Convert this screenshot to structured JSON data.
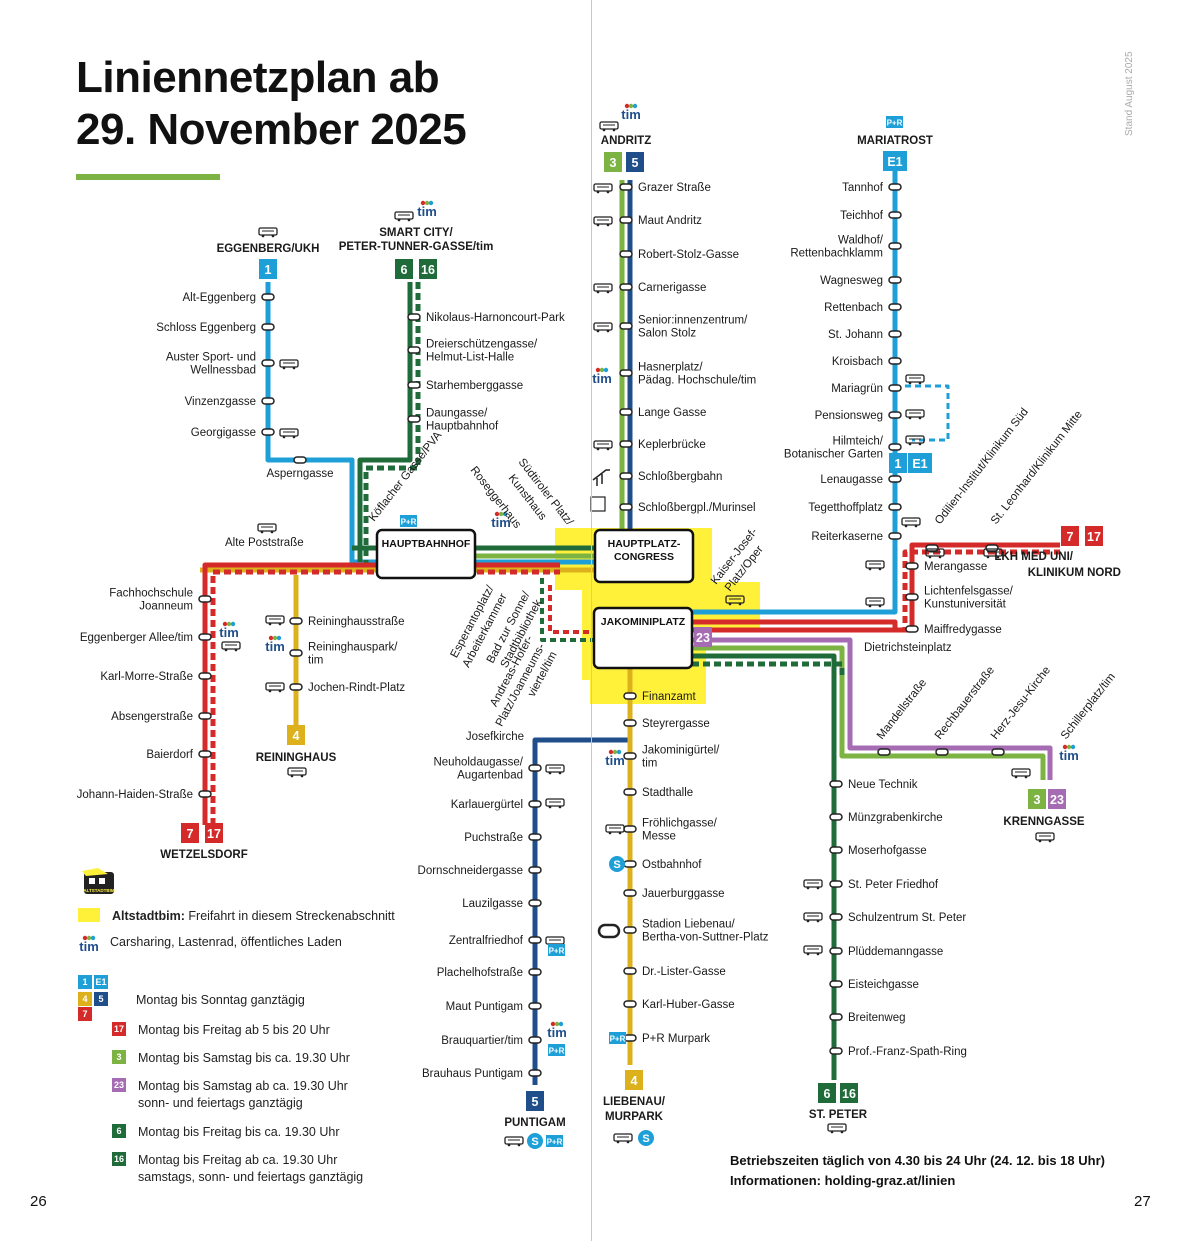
{
  "title": {
    "line1": "Liniennetzplan ab",
    "line2": "29. November 2025"
  },
  "stand": "Stand August 2025",
  "pages": {
    "left": "26",
    "right": "27"
  },
  "colors": {
    "line1": "#1e9fd8",
    "line3": "#7cb342",
    "line4": "#dcb11c",
    "line5": "#1f4e8a",
    "line6": "#1f6b3a",
    "line7": "#d42a2a",
    "line23": "#a56cb3",
    "altstadt": "#fff13a"
  },
  "termini": {
    "eggenberg": "EGGENBERG/UKH",
    "smartcity_1": "SMART CITY/",
    "smartcity_2": "PETER-TUNNER-GASSE/tim",
    "andritz": "ANDRITZ",
    "mariatrost": "MARIATROST",
    "wetzelsdorf": "WETZELSDORF",
    "reininghaus": "REININGHAUS",
    "puntigam": "PUNTIGAM",
    "liebenau_1": "LIEBENAU/",
    "liebenau_2": "MURPARK",
    "stpeter": "ST. PETER",
    "krenngasse": "KRENNGASSE",
    "lkh_1": "LKH MED UNI/",
    "lkh_2": "KLINIKUM NORD"
  },
  "hubs": {
    "hauptbahnhof": "HAUPTBAHNHOF",
    "hauptplatz_1": "HAUPTPLATZ-",
    "hauptplatz_2": "CONGRESS",
    "jakominiplatz": "JAKOMINIPLATZ"
  },
  "line_numbers": {
    "l1": "1",
    "e1": "E1",
    "l3": "3",
    "l4": "4",
    "l5": "5",
    "l6": "6",
    "l7": "7",
    "l16": "16",
    "l17": "17",
    "l23": "23"
  },
  "stops": {
    "alt_eggenberg": "Alt-Eggenberg",
    "schloss_eggenberg": "Schloss Eggenberg",
    "auster_1": "Auster Sport- und",
    "auster_2": "Wellnessbad",
    "vinzenzgasse": "Vinzenzgasse",
    "georgigasse": "Georgigasse",
    "asperngasse": "Asperngasse",
    "nikolaus": "Nikolaus-Harnoncourt-Park",
    "dreier_1": "Dreierschützengasse/",
    "dreier_2": "Helmut-List-Halle",
    "starhemberg": "Starhemberggasse",
    "daun_1": "Daungasse/",
    "daun_2": "Hauptbahnhof",
    "koeflacher": "Köflacher Gasse/PVA",
    "alte_post": "Alte Poststraße",
    "fh_1": "Fachhochschule",
    "fh_2": "Joanneum",
    "eggenberger_allee": "Eggenberger Allee/tim",
    "karl_morre": "Karl-Morre-Straße",
    "absenger": "Absengerstraße",
    "baierdorf": "Baierdorf",
    "johann_haiden": "Johann-Haiden-Straße",
    "reininghausstrasse": "Reininghausstraße",
    "rpark_1": "Reininghauspark/",
    "rpark_2": "tim",
    "jochen_rindt": "Jochen-Rindt-Platz",
    "rosegger_1": "Roseggerhaus",
    "rosegger_2": "",
    "suedtiroler_1": "Südtiroler Platz/",
    "suedtiroler_2": "Kunsthaus",
    "esperanto_1": "Esperantoplatz/",
    "esperanto_2": "Arbeiterkammer",
    "bad_1": "Bad zur Sonne/",
    "bad_2": "Stadtbibliothek",
    "hofer_1": "Andreas-Hofer-",
    "hofer_2": "Platz/Joanneums-",
    "hofer_3": "viertel/tim",
    "kaiser_1": "Kaiser-Josef-",
    "kaiser_2": "Platz/Oper",
    "grazer": "Grazer Straße",
    "maut_andritz": "Maut Andritz",
    "robert_stolz": "Robert-Stolz-Gasse",
    "carneri": "Carnerigasse",
    "senior_1": "Senior:innenzentrum/",
    "senior_2": "Salon Stolz",
    "hasner_1": "Hasnerplatz/",
    "hasner_2": "Pädag. Hochschule/tim",
    "lange": "Lange Gasse",
    "kepler": "Keplerbrücke",
    "schlossberg": "Schloßbergbahn",
    "murinsel": "Schloßbergpl./Murinsel",
    "finanzamt": "Finanzamt",
    "steyrer": "Steyrergasse",
    "jakomini_g_1": "Jakominigürtel/",
    "jakomini_g_2": "tim",
    "stadthalle": "Stadthalle",
    "froehlich_1": "Fröhlichgasse/",
    "froehlich_2": "Messe",
    "ostbahnhof": "Ostbahnhof",
    "jauerburg": "Jauerburggasse",
    "stadion_1": "Stadion Liebenau/",
    "stadion_2": "Bertha-von-Suttner-Platz",
    "lister": "Dr.-Lister-Gasse",
    "karl_huber": "Karl-Huber-Gasse",
    "murpark_pr": "P+R Murpark",
    "josefkirche": "Josefkirche",
    "neuhold_1": "Neuholdaugasse/",
    "neuhold_2": "Augartenbad",
    "karlauer": "Karlauergürtel",
    "puch": "Puchstraße",
    "dornschneider": "Dornschneidergasse",
    "lauzil": "Lauzilgasse",
    "zentralfriedhof": "Zentralfriedhof",
    "plachelhof": "Plachelhofstraße",
    "maut_puntigam": "Maut Puntigam",
    "brauquartier": "Brauquartier/tim",
    "brauhaus": "Brauhaus Puntigam",
    "tannhof": "Tannhof",
    "teichhof": "Teichhof",
    "waldhof_1": "Waldhof/",
    "waldhof_2": "Rettenbachklamm",
    "wagnes": "Wagnesweg",
    "rettenbach": "Rettenbach",
    "st_johann": "St. Johann",
    "kroisbach": "Kroisbach",
    "mariagruen": "Mariagrün",
    "pensions": "Pensionsweg",
    "hilmteich_1": "Hilmteich/",
    "hilmteich_2": "Botanischer Garten",
    "lenau": "Lenaugasse",
    "tegetthoff": "Tegetthoffplatz",
    "reiter": "Reiterkaserne",
    "meran": "Merangasse",
    "lichtenfels_1": "Lichtenfelsgasse/",
    "lichtenfels_2": "Kunstuniversität",
    "maiffredy": "Maiffredygasse",
    "dietrichstein": "Dietrichsteinplatz",
    "odilien": "Odilien-Institut/Klinikum Süd",
    "leonhard": "St. Leonhard/Klinikum Mitte",
    "neue_technik": "Neue Technik",
    "muenzgraben": "Münzgrabenkirche",
    "moserhof": "Moserhofgasse",
    "st_peter_friedhof": "St. Peter Friedhof",
    "schulzentrum": "Schulzentrum St. Peter",
    "plueddemann": "Plüddemanngasse",
    "eisteich": "Eisteichgasse",
    "breitenweg": "Breitenweg",
    "spath": "Prof.-Franz-Spath-Ring",
    "mandell": "Mandellstraße",
    "rechbauer": "Rechbauerstraße",
    "herz_jesu": "Herz-Jesu-Kirche",
    "schiller": "Schillerplatz/tim"
  },
  "icons": {
    "bus": "bus-icon",
    "tim": "tim-logo",
    "sbahn": "s-bahn-icon",
    "pr": "park-and-ride-icon",
    "lift": "elevator-icon",
    "funicular": "funicular-icon",
    "stadium": "stadium-icon",
    "altstadtbim": "altstadtbim-logo"
  },
  "tim_text": "tim",
  "pr_text": "P+R",
  "altstadt_logo_text": "ALTSTADTBIM",
  "legend": {
    "altstadt_bold": "Altstadtbim:",
    "altstadt_text": "Freifahrt in diesem Streckenabschnitt",
    "tim_text": "Carsharing, Lastenrad, öffentliches Laden",
    "daily": "Montag bis Sonntag ganztägig",
    "l17": "Montag bis Freitag ab 5 bis 20 Uhr",
    "l3": "Montag bis Samstag bis ca. 19.30 Uhr",
    "l23_1": "Montag bis Samstag ab ca. 19.30 Uhr",
    "l23_2": "sonn- und feiertags ganztägig",
    "l6": "Montag bis Freitag bis ca. 19.30 Uhr",
    "l16_1": "Montag bis Freitag ab ca. 19.30 Uhr",
    "l16_2": "samstags, sonn- und feiertags ganztägig"
  },
  "footer": {
    "hours": "Betriebszeiten täglich von 4.30 bis 24 Uhr (24. 12. bis 18 Uhr)",
    "info": "Informationen: holding-graz.at/linien"
  }
}
